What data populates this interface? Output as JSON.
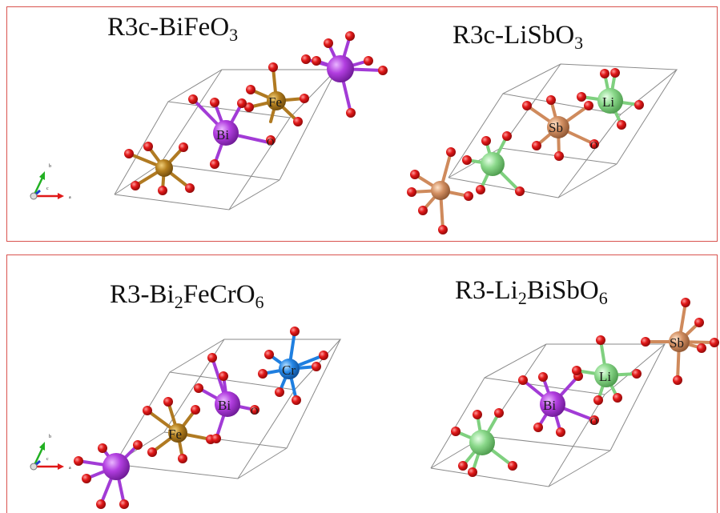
{
  "panels": [
    {
      "structures": [
        {
          "title_main": "R3c-BiFeO",
          "title_sub": "3",
          "labels": {
            "a": "Bi",
            "b": "Fe",
            "o": "O"
          }
        },
        {
          "title_main": "R3c-LiSbO",
          "title_sub": "3",
          "labels": {
            "a": "Sb",
            "b": "Li",
            "o": "O"
          }
        }
      ],
      "axes": {
        "x": "a",
        "y": "b",
        "z": "c"
      }
    },
    {
      "structures": [
        {
          "title_pre": "R3-Bi",
          "title_sub1": "2",
          "title_mid": "FeCrO",
          "title_sub2": "6",
          "labels": {
            "a": "Bi",
            "b": "Fe",
            "c": "Cr",
            "o": "O"
          }
        },
        {
          "title_pre": "R3-Li",
          "title_sub1": "2",
          "title_mid": "BiSbO",
          "title_sub2": "6",
          "labels": {
            "a": "Bi",
            "b": "Li",
            "c": "Sb",
            "o": "O"
          }
        }
      ],
      "axes": {
        "x": "a",
        "y": "b",
        "z": "c"
      }
    }
  ],
  "colors": {
    "bi": "#a23bd6",
    "fe": "#b07a22",
    "li": "#7fd07f",
    "sb": "#cf8a5c",
    "cr": "#1f7fe0",
    "o": "#e01818",
    "frame": "#d9534f",
    "cell": "#8a8a8a"
  }
}
